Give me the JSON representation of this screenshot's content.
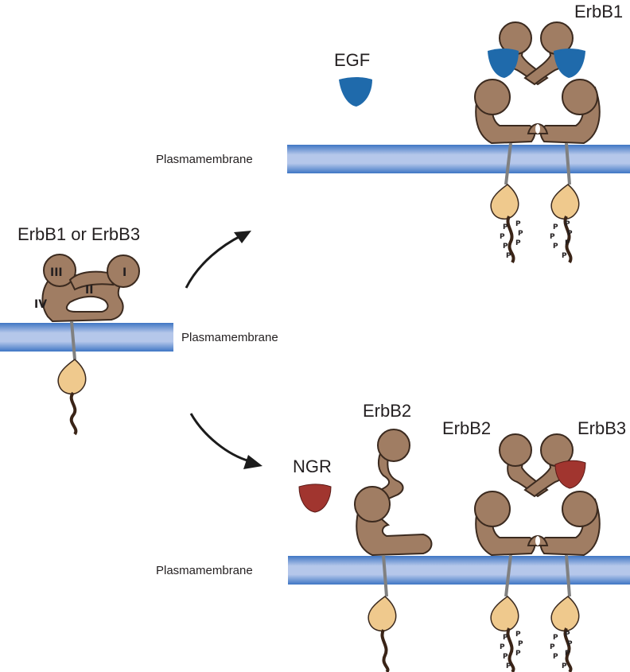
{
  "labels": {
    "erbb1_or_erbb3": "ErbB1 or ErbB3",
    "domain_i": "I",
    "domain_ii": "II",
    "domain_iii": "III",
    "domain_iv": "IV",
    "membrane_left": "Plasmamembrane",
    "membrane_top": "Plasmamembrane",
    "membrane_bottom": "Plasmamembrane",
    "egf": "EGF",
    "erbb1_top": "ErbB1",
    "ngr": "NGR",
    "erbb2_monomer": "ErbB2",
    "erbb2_dimer": "ErbB2",
    "erbb3_dimer": "ErbB3",
    "phospho": "P"
  },
  "colors": {
    "receptor": "#a07d63",
    "receptor_outline": "#3b2a1f",
    "membrane_mid": "#b5c7ea",
    "membrane_edge": "#3f76c4",
    "kinase": "#efc98d",
    "egf": "#1f6aab",
    "ngr": "#a1352f",
    "tail": "#3a2417",
    "tm": "#808080",
    "arrow": "#1b1b1b"
  }
}
